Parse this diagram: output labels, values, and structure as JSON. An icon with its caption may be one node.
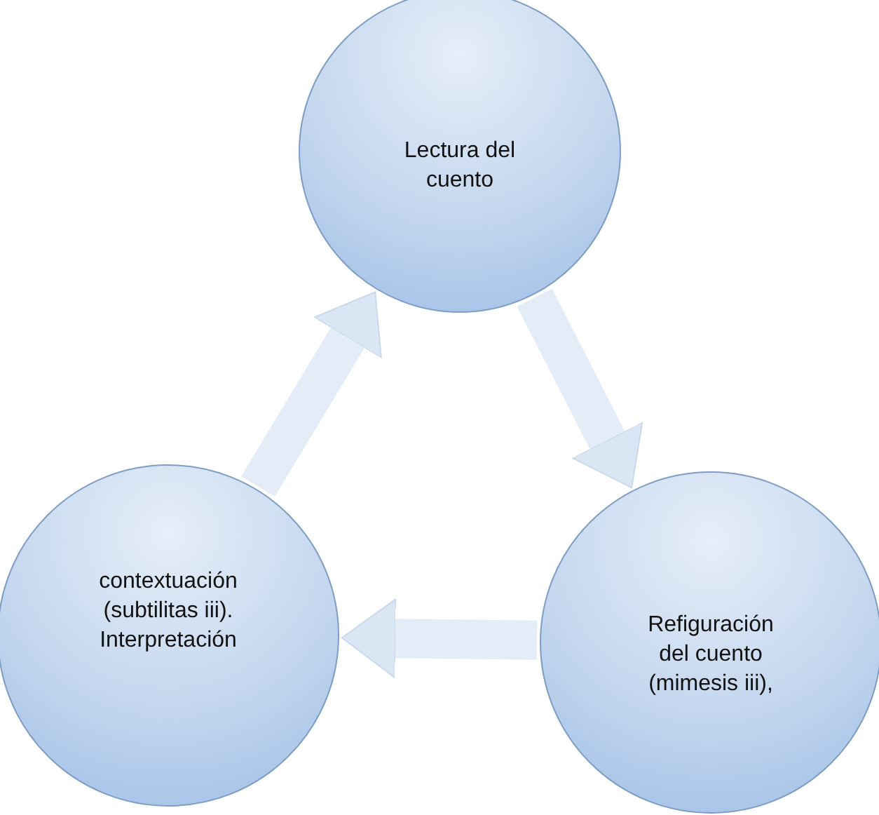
{
  "diagram": {
    "nodes": [
      {
        "text": [
          "Lectura del cuento"
        ]
      },
      {
        "text": [
          "contextuación (subtilitas iii). Interpretación"
        ]
      },
      {
        "text": [
          "Refiguración del cuento (mimesis iii),"
        ]
      }
    ],
    "edges": [
      {
        "from": 0,
        "to": 2,
        "arrow": "to"
      },
      {
        "from": 2,
        "to": 1,
        "arrow": "to"
      },
      {
        "from": 1,
        "to": 0,
        "arrow": "to"
      }
    ]
  }
}
